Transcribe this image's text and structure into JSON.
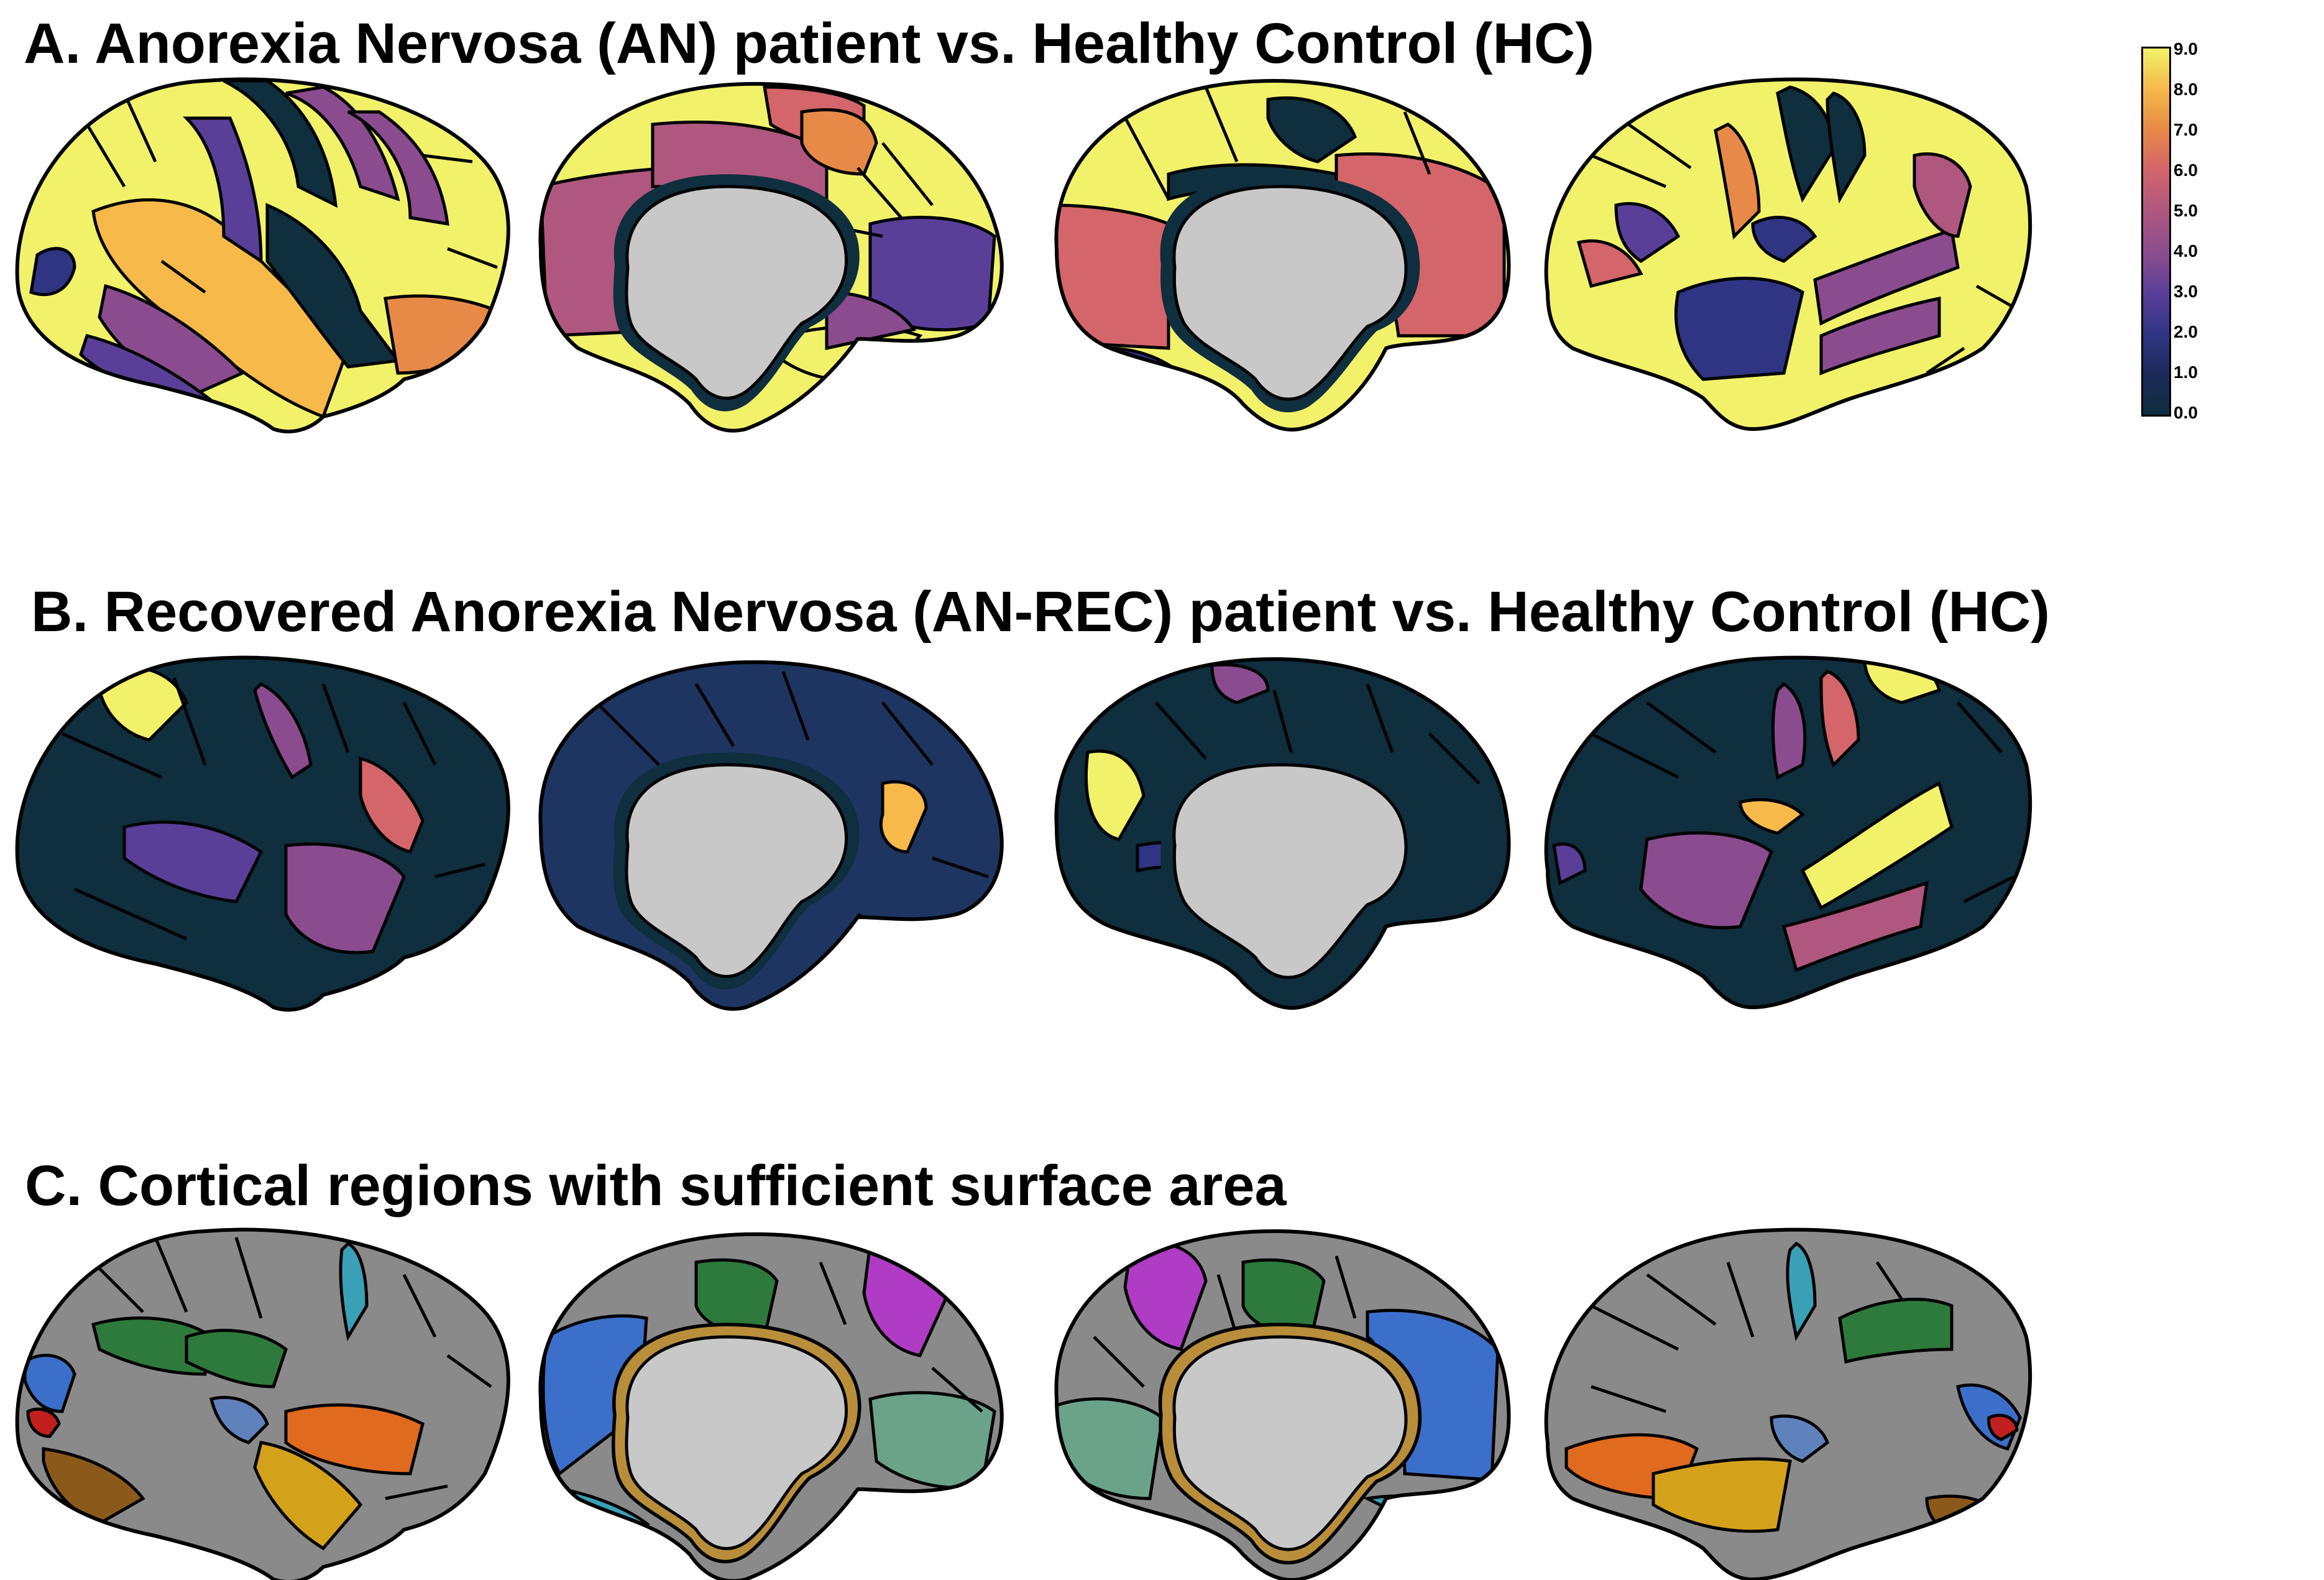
{
  "figure": {
    "panel_a_title": "A. Anorexia Nervosa (AN) patient vs. Healthy Control (HC)",
    "panel_b_title": "B. Recovered Anorexia Nervosa (AN-REC) patient vs. Healthy Control (HC)",
    "panel_c_title": "C. Cortical regions with sufficient surface area"
  },
  "colorbar": {
    "ticks": [
      "9.0",
      "8.0",
      "7.0",
      "6.0",
      "5.0",
      "4.0",
      "3.0",
      "2.0",
      "1.0",
      "0.0"
    ],
    "min": 0.0,
    "max": 9.0,
    "colors": [
      "#f2f26a",
      "#f6b94a",
      "#e78a47",
      "#d4656a",
      "#b0577f",
      "#8a4c8e",
      "#5a3f99",
      "#2f3583",
      "#1b2a5a",
      "#0f2e3e"
    ]
  },
  "views": [
    "left-lateral",
    "left-medial",
    "right-medial",
    "right-lateral"
  ],
  "panel_c_region_colors": [
    "#8a8a8a",
    "#2d7a3c",
    "#3aa0b5",
    "#3b6fc9",
    "#b03bc4",
    "#e06a1e",
    "#d4a21a",
    "#8b5a1a",
    "#c21f1f",
    "#6aa38a",
    "#b88e3a"
  ]
}
